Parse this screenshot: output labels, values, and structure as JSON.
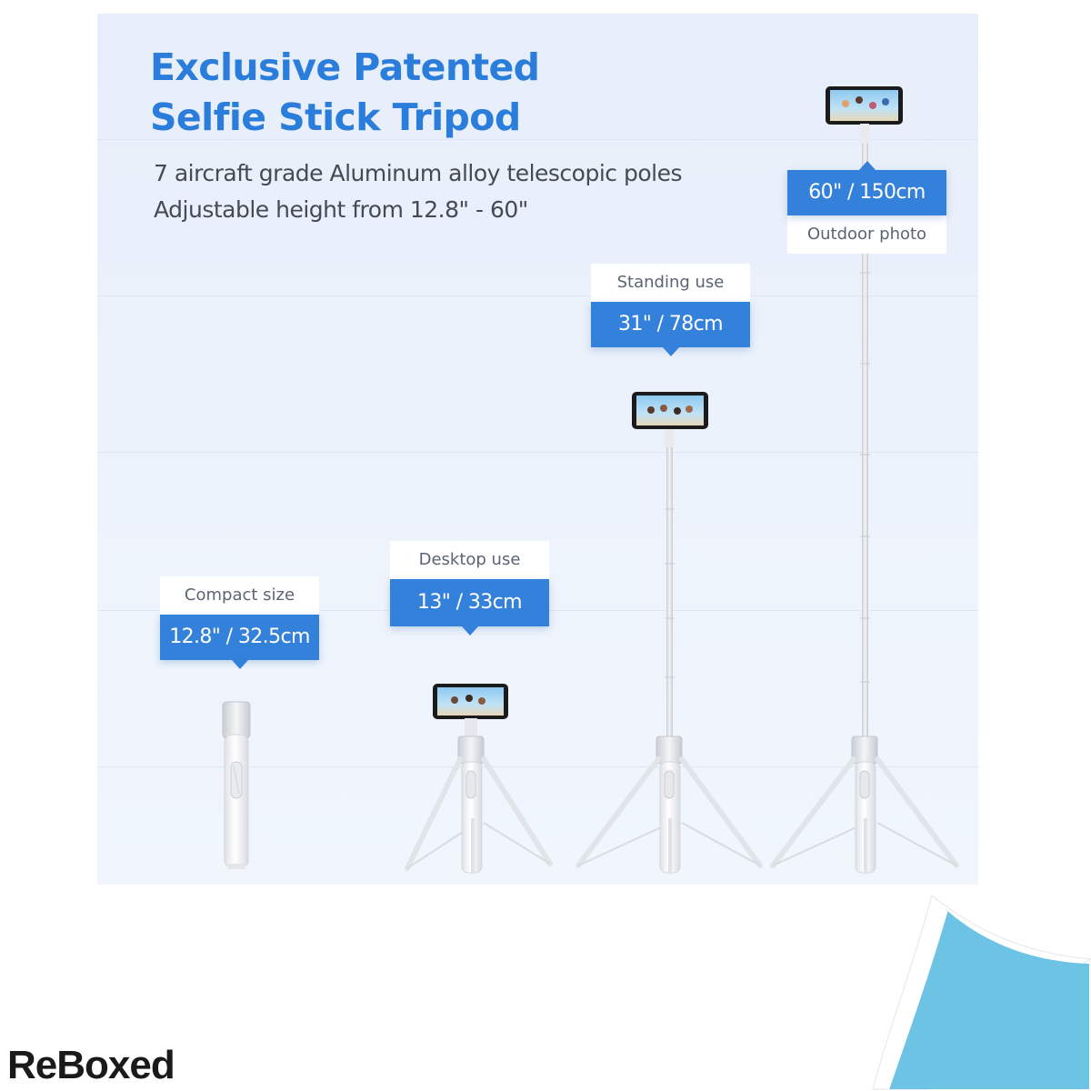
{
  "title": {
    "line1": "Exclusive Patented",
    "line2": "Selfie Stick Tripod"
  },
  "subtitle": {
    "line1": "7 aircraft grade Aluminum alloy telescopic poles",
    "line2": "Adjustable height from 12.8\" - 60\""
  },
  "callouts": {
    "compact": {
      "label": "Compact size",
      "size": "12.8\" / 32.5cm"
    },
    "desktop": {
      "label": "Desktop use",
      "size": "13\" / 33cm"
    },
    "standing": {
      "label": "Standing use",
      "size": "31\" / 78cm"
    },
    "outdoor": {
      "label": "Outdoor photo",
      "size": "60\" / 150cm"
    }
  },
  "brand": {
    "logo_text": "ReBoxed"
  },
  "colors": {
    "accent_blue": "#3481dc",
    "title_blue": "#2b7ddb",
    "panel_bg": "#e9f0fb",
    "curl_blue": "#6cc3e4"
  }
}
